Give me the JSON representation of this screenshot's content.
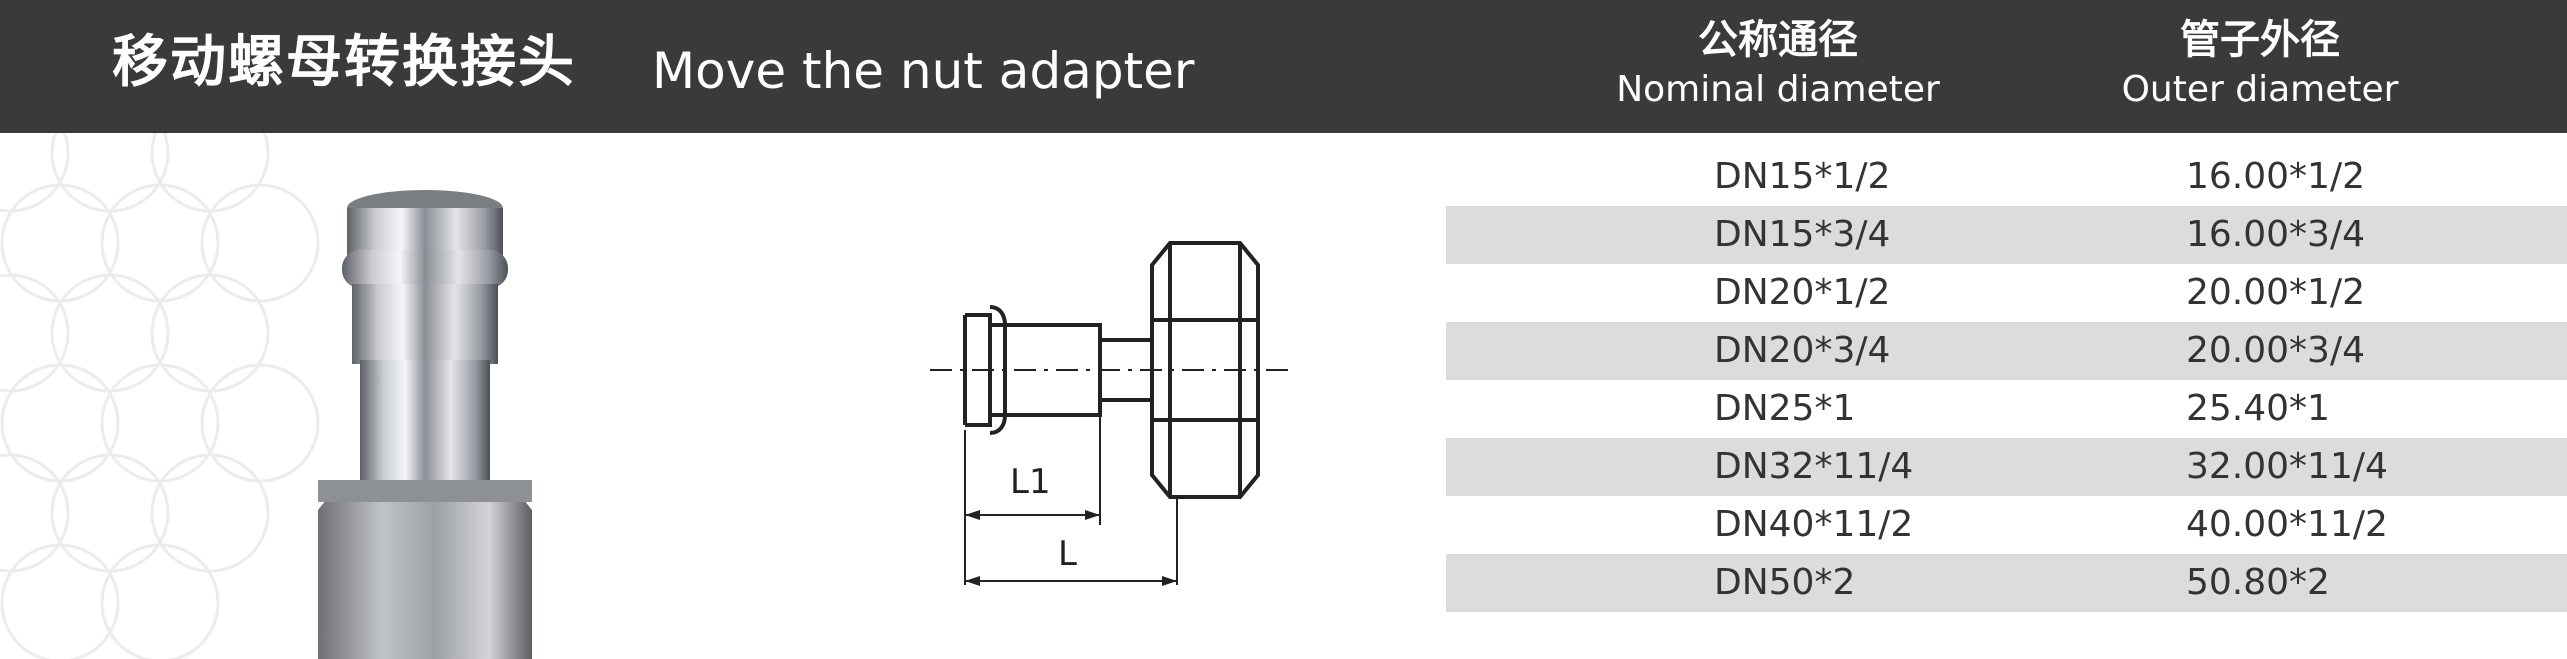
{
  "header": {
    "title_cn": "移动螺母转换接头",
    "title_en": "Move the nut adapter",
    "col1_cn": "公称通径",
    "col1_en": "Nominal diameter",
    "col2_cn": "管子外径",
    "col2_en": "Outer diameter"
  },
  "drawing": {
    "label_l1": "L1",
    "label_l": "L"
  },
  "table": {
    "rows": [
      {
        "nominal": "DN15*1/2",
        "outer": "16.00*1/2"
      },
      {
        "nominal": "DN15*3/4",
        "outer": "16.00*3/4"
      },
      {
        "nominal": "DN20*1/2",
        "outer": "20.00*1/2"
      },
      {
        "nominal": "DN20*3/4",
        "outer": "20.00*3/4"
      },
      {
        "nominal": "DN25*1",
        "outer": "25.40*1"
      },
      {
        "nominal": "DN32*11/4",
        "outer": "32.00*11/4"
      },
      {
        "nominal": "DN40*11/2",
        "outer": "40.00*11/2"
      },
      {
        "nominal": "DN50*2",
        "outer": "50.80*2"
      }
    ]
  },
  "colors": {
    "header_bg": "#3a3a3a",
    "row_shade": "#dcdcdd",
    "text": "#333333"
  },
  "icons": [
    "product-photo",
    "technical-drawing-icon"
  ]
}
